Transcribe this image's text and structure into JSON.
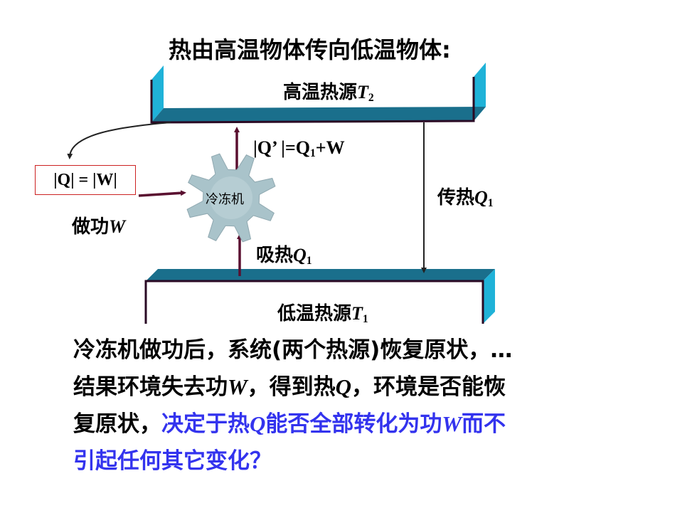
{
  "title": "热由高温物体传向低温物体:",
  "hot_reservoir": {
    "label": "高温热源",
    "symbol": "T",
    "subscript": "2"
  },
  "cold_reservoir": {
    "label": "低温热源",
    "symbol": "T",
    "subscript": "1"
  },
  "refrigerator": {
    "label": "冷冻机"
  },
  "heat_out": {
    "text_a": "|Q’ |=Q",
    "subscript": "1",
    "text_b": "+W"
  },
  "heat_absorb": {
    "label": "吸热",
    "symbol": "Q",
    "subscript": "1"
  },
  "heat_transfer": {
    "label": "传热",
    "symbol": "Q",
    "subscript": "1"
  },
  "work": {
    "label": "做功",
    "symbol": "W"
  },
  "box_equation": "|Q| = |W|",
  "paragraph": {
    "l1": "冷冻机做功后，系统(两个热源)恢复原状，…",
    "l2_a": "结果环境失去功",
    "l2_w": "W",
    "l2_b": "，得到热",
    "l2_q": "Q",
    "l2_c": "，环境是否能恢",
    "l3_a": "复原状，",
    "l3_b": "决定于热",
    "l3_q": "Q",
    "l3_c": "能否全部转化为功",
    "l3_w": "W",
    "l3_d": "而不",
    "l4": "引起任何其它变化？"
  },
  "colors": {
    "reservoir_top": "#1a6f8c",
    "reservoir_side": "#1fb2d8",
    "reservoir_edge": "#2a0a24",
    "arrow": "#5a1030",
    "gear": "#a9c3ca",
    "box_border": "#cc2222",
    "blue_text": "#3333ee"
  }
}
